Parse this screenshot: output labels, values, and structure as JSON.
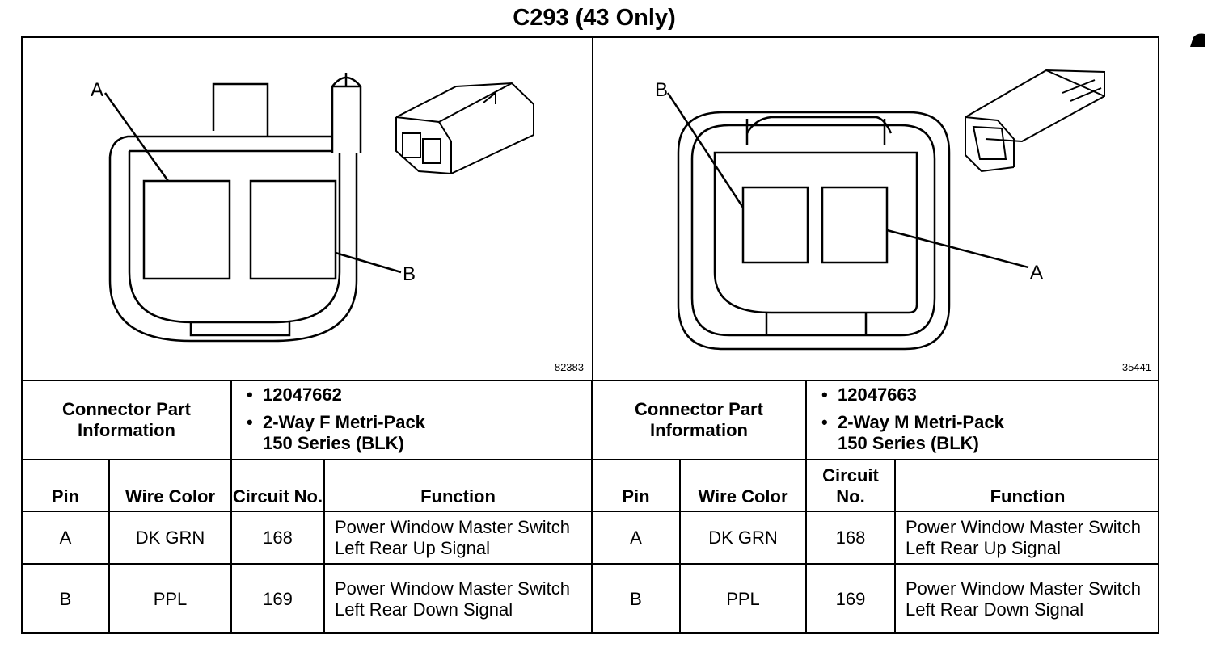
{
  "title": "C293 (43 Only)",
  "left": {
    "figure_number": "82383",
    "labels": {
      "a": "A",
      "b": "B"
    },
    "connector_info_label": "Connector Part Information",
    "part_number": "12047662",
    "part_desc_1": "2-Way F Metri-Pack",
    "part_desc_2": "150 Series (BLK)",
    "headers": {
      "pin": "Pin",
      "wire_color": "Wire Color",
      "circuit_no": "Circuit No.",
      "function": "Function"
    },
    "rows": [
      {
        "pin": "A",
        "wire_color": "DK GRN",
        "circuit": "168",
        "function": "Power Window Master Switch Left Rear Up Signal"
      },
      {
        "pin": "B",
        "wire_color": "PPL",
        "circuit": "169",
        "function": "Power Window Master Switch Left Rear Down Signal"
      }
    ]
  },
  "right": {
    "figure_number": "35441",
    "labels": {
      "a": "A",
      "b": "B"
    },
    "connector_info_label": "Connector Part Information",
    "part_number": "12047663",
    "part_desc_1": "2-Way M Metri-Pack",
    "part_desc_2": "150 Series (BLK)",
    "headers": {
      "pin": "Pin",
      "wire_color": "Wire Color",
      "circuit_no": "Circuit No.",
      "function": "Function"
    },
    "rows": [
      {
        "pin": "A",
        "wire_color": "DK GRN",
        "circuit": "168",
        "function": "Power Window Master Switch Left Rear Up Signal"
      },
      {
        "pin": "B",
        "wire_color": "PPL",
        "circuit": "169",
        "function": "Power Window Master Switch Left Rear Down Signal"
      }
    ]
  }
}
